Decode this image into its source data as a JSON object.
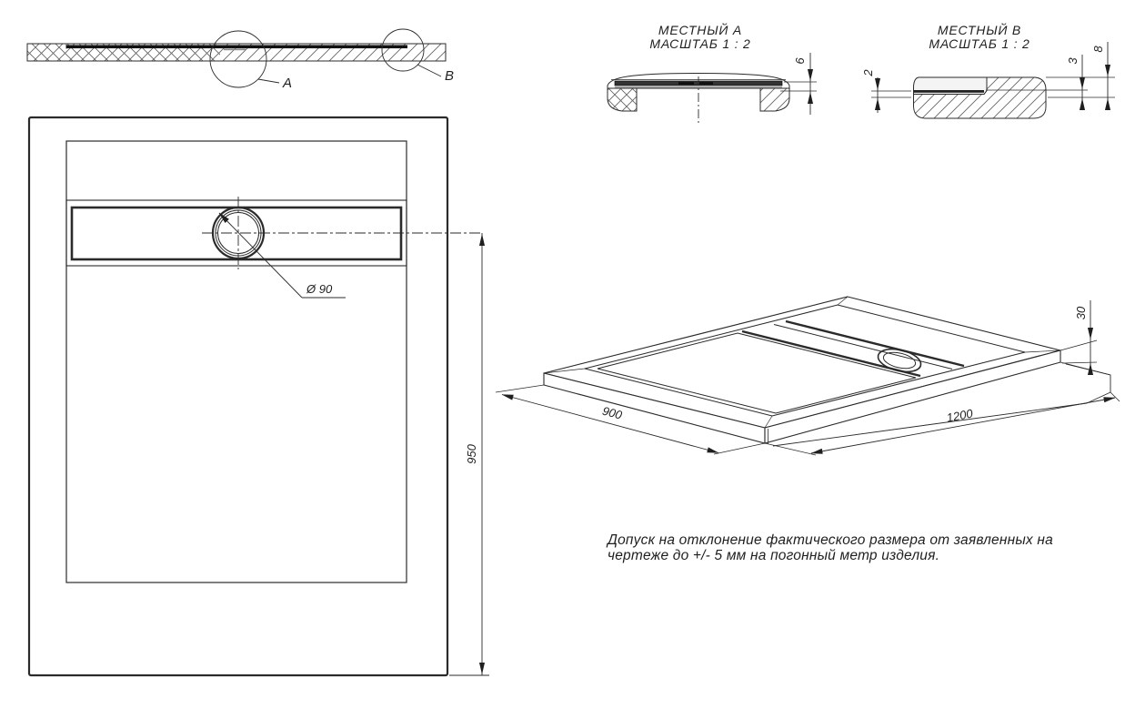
{
  "app": {
    "background": "#ffffff",
    "line_color": "#2b2b2b",
    "dark_band_color": "#333333",
    "hatch_color": "#666666"
  },
  "section_view": {
    "detail_label_a": "A",
    "detail_label_b": "B"
  },
  "detail_a": {
    "title": "МЕСТНЫЙ А",
    "scale_label": "МАСШТАБ 1 : 2",
    "dim_6": "6"
  },
  "detail_b": {
    "title": "МЕСТНЫЙ В",
    "scale_label": "МАСШТАБ 1 : 2",
    "dim_2": "2",
    "dim_3": "3",
    "dim_8": "8"
  },
  "plan_view": {
    "drain_diameter": "Ø 90",
    "dim_950": "950"
  },
  "iso_view": {
    "dim_900": "900",
    "dim_1200": "1200",
    "dim_30": "30"
  },
  "note": {
    "line1": "Допуск на отклонение фактического размера от заявленных на",
    "line2": "чертеже до +/- 5 мм на погонный метр изделия."
  }
}
